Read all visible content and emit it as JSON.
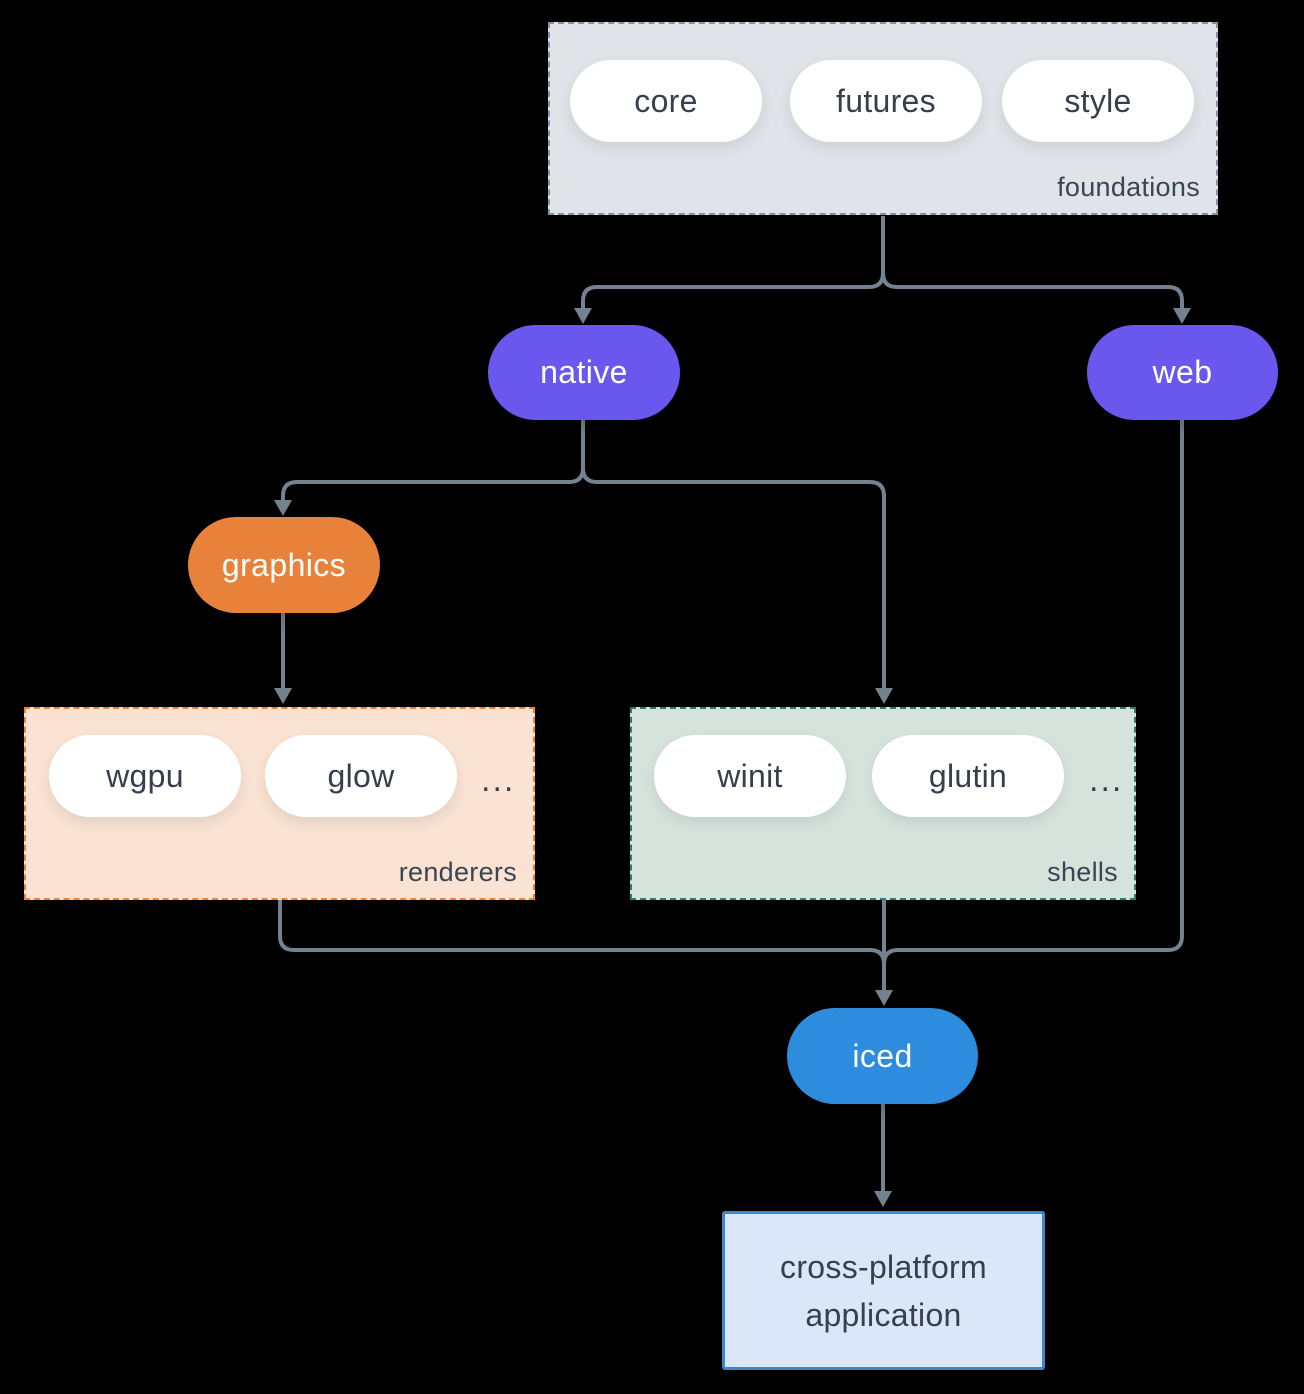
{
  "groups": {
    "foundations": {
      "label": "foundations",
      "items": [
        "core",
        "futures",
        "style"
      ]
    },
    "renderers": {
      "label": "renderers",
      "items": [
        "wgpu",
        "glow"
      ],
      "more": "..."
    },
    "shells": {
      "label": "shells",
      "items": [
        "winit",
        "glutin"
      ],
      "more": "..."
    }
  },
  "nodes": {
    "native": {
      "label": "native"
    },
    "web": {
      "label": "web"
    },
    "graphics": {
      "label": "graphics"
    },
    "iced": {
      "label": "iced"
    },
    "application": {
      "lines": [
        "cross-platform",
        "application"
      ]
    }
  },
  "colors": {
    "background": "#000000",
    "arrow": "#74818f",
    "purple_node": "#6a58ee",
    "orange_node": "#e8823a",
    "blue_node": "#2d8cde",
    "foundations_fill": "#e0e4e8",
    "foundations_border": "#8494a6",
    "renderers_fill": "#fae3d3",
    "renderers_border": "#e8833c",
    "shells_fill": "#d6e3dd",
    "shells_border": "#2b7c6a",
    "application_fill": "#d9e7f8",
    "application_border": "#3e86ca",
    "dark_text": "#36404d"
  }
}
